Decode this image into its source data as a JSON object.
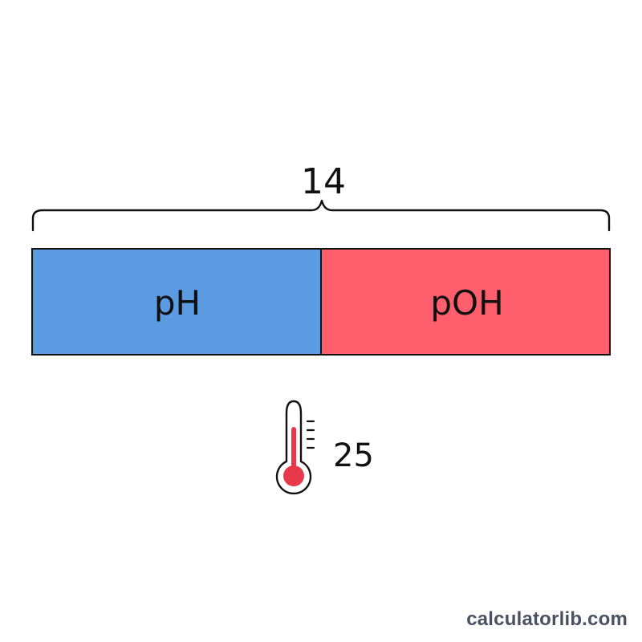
{
  "diagram": {
    "total_label": "14",
    "ph_label": "pH",
    "poh_label": "pOH",
    "temperature_value": "25"
  },
  "colors": {
    "ph_fill": "#5B9BE2",
    "poh_fill": "#FF5F6D",
    "outline": "#111111",
    "thermometer_fill": "#E8394A"
  },
  "icons": {
    "thermometer": "thermometer-icon"
  },
  "watermark": "calculatorlib.com"
}
